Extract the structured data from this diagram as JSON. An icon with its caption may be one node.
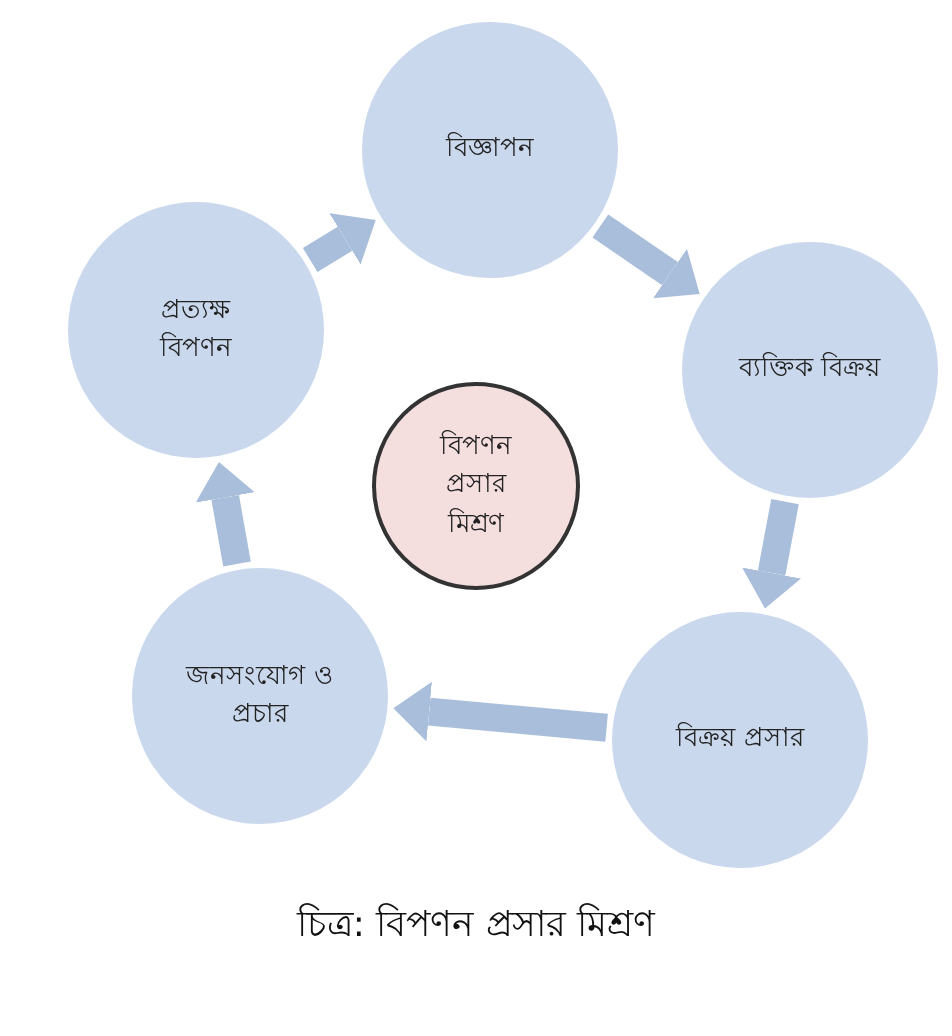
{
  "diagram": {
    "caption": "চিত্র: বিপণন প্রসার মিশ্রণ",
    "nodes": [
      {
        "text": [
          "বিজ্ঞাপন"
        ]
      },
      {
        "text": [
          "ব্যক্তিক বিক্রয়"
        ]
      },
      {
        "text": [
          "বিক্রয় প্রসার"
        ]
      },
      {
        "text": [
          "জনসংযোগ ও প্রচার"
        ]
      },
      {
        "text": [
          "প্রত্যক্ষ বিপণন"
        ]
      },
      {
        "text": [
          "বিপণন প্রসার মিশ্রণ"
        ]
      }
    ],
    "edges": [
      {
        "from": 0,
        "to": 1,
        "arrow": "to"
      },
      {
        "from": 1,
        "to": 2,
        "arrow": "to"
      },
      {
        "from": 2,
        "to": 3,
        "arrow": "to"
      },
      {
        "from": 3,
        "to": 4,
        "arrow": "to"
      },
      {
        "from": 4,
        "to": 0,
        "arrow": "to"
      }
    ]
  }
}
